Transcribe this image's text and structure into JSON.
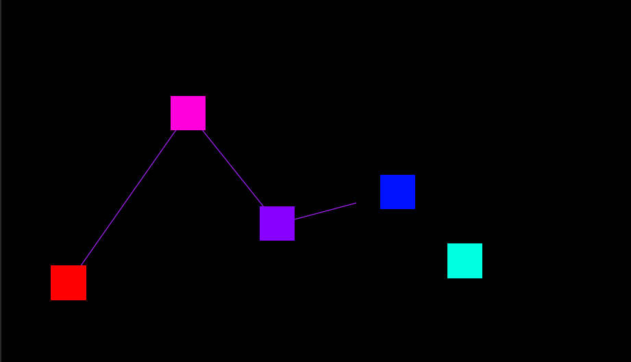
{
  "scene": {
    "background": "#000000",
    "line_color": "#a020f0",
    "nodes": [
      {
        "name": "node-red",
        "color": "#ff0000"
      },
      {
        "name": "node-magenta",
        "color": "#ff00dd"
      },
      {
        "name": "node-purple",
        "color": "#8800ff"
      },
      {
        "name": "node-blue",
        "color": "#0011ff"
      },
      {
        "name": "node-cyan",
        "color": "#00ffe0"
      }
    ],
    "links": [
      {
        "from": "node-red",
        "to": "node-magenta"
      },
      {
        "from": "node-magenta",
        "to": "node-purple"
      },
      {
        "from": "node-purple",
        "to": "node-blue",
        "partial": true
      }
    ]
  }
}
